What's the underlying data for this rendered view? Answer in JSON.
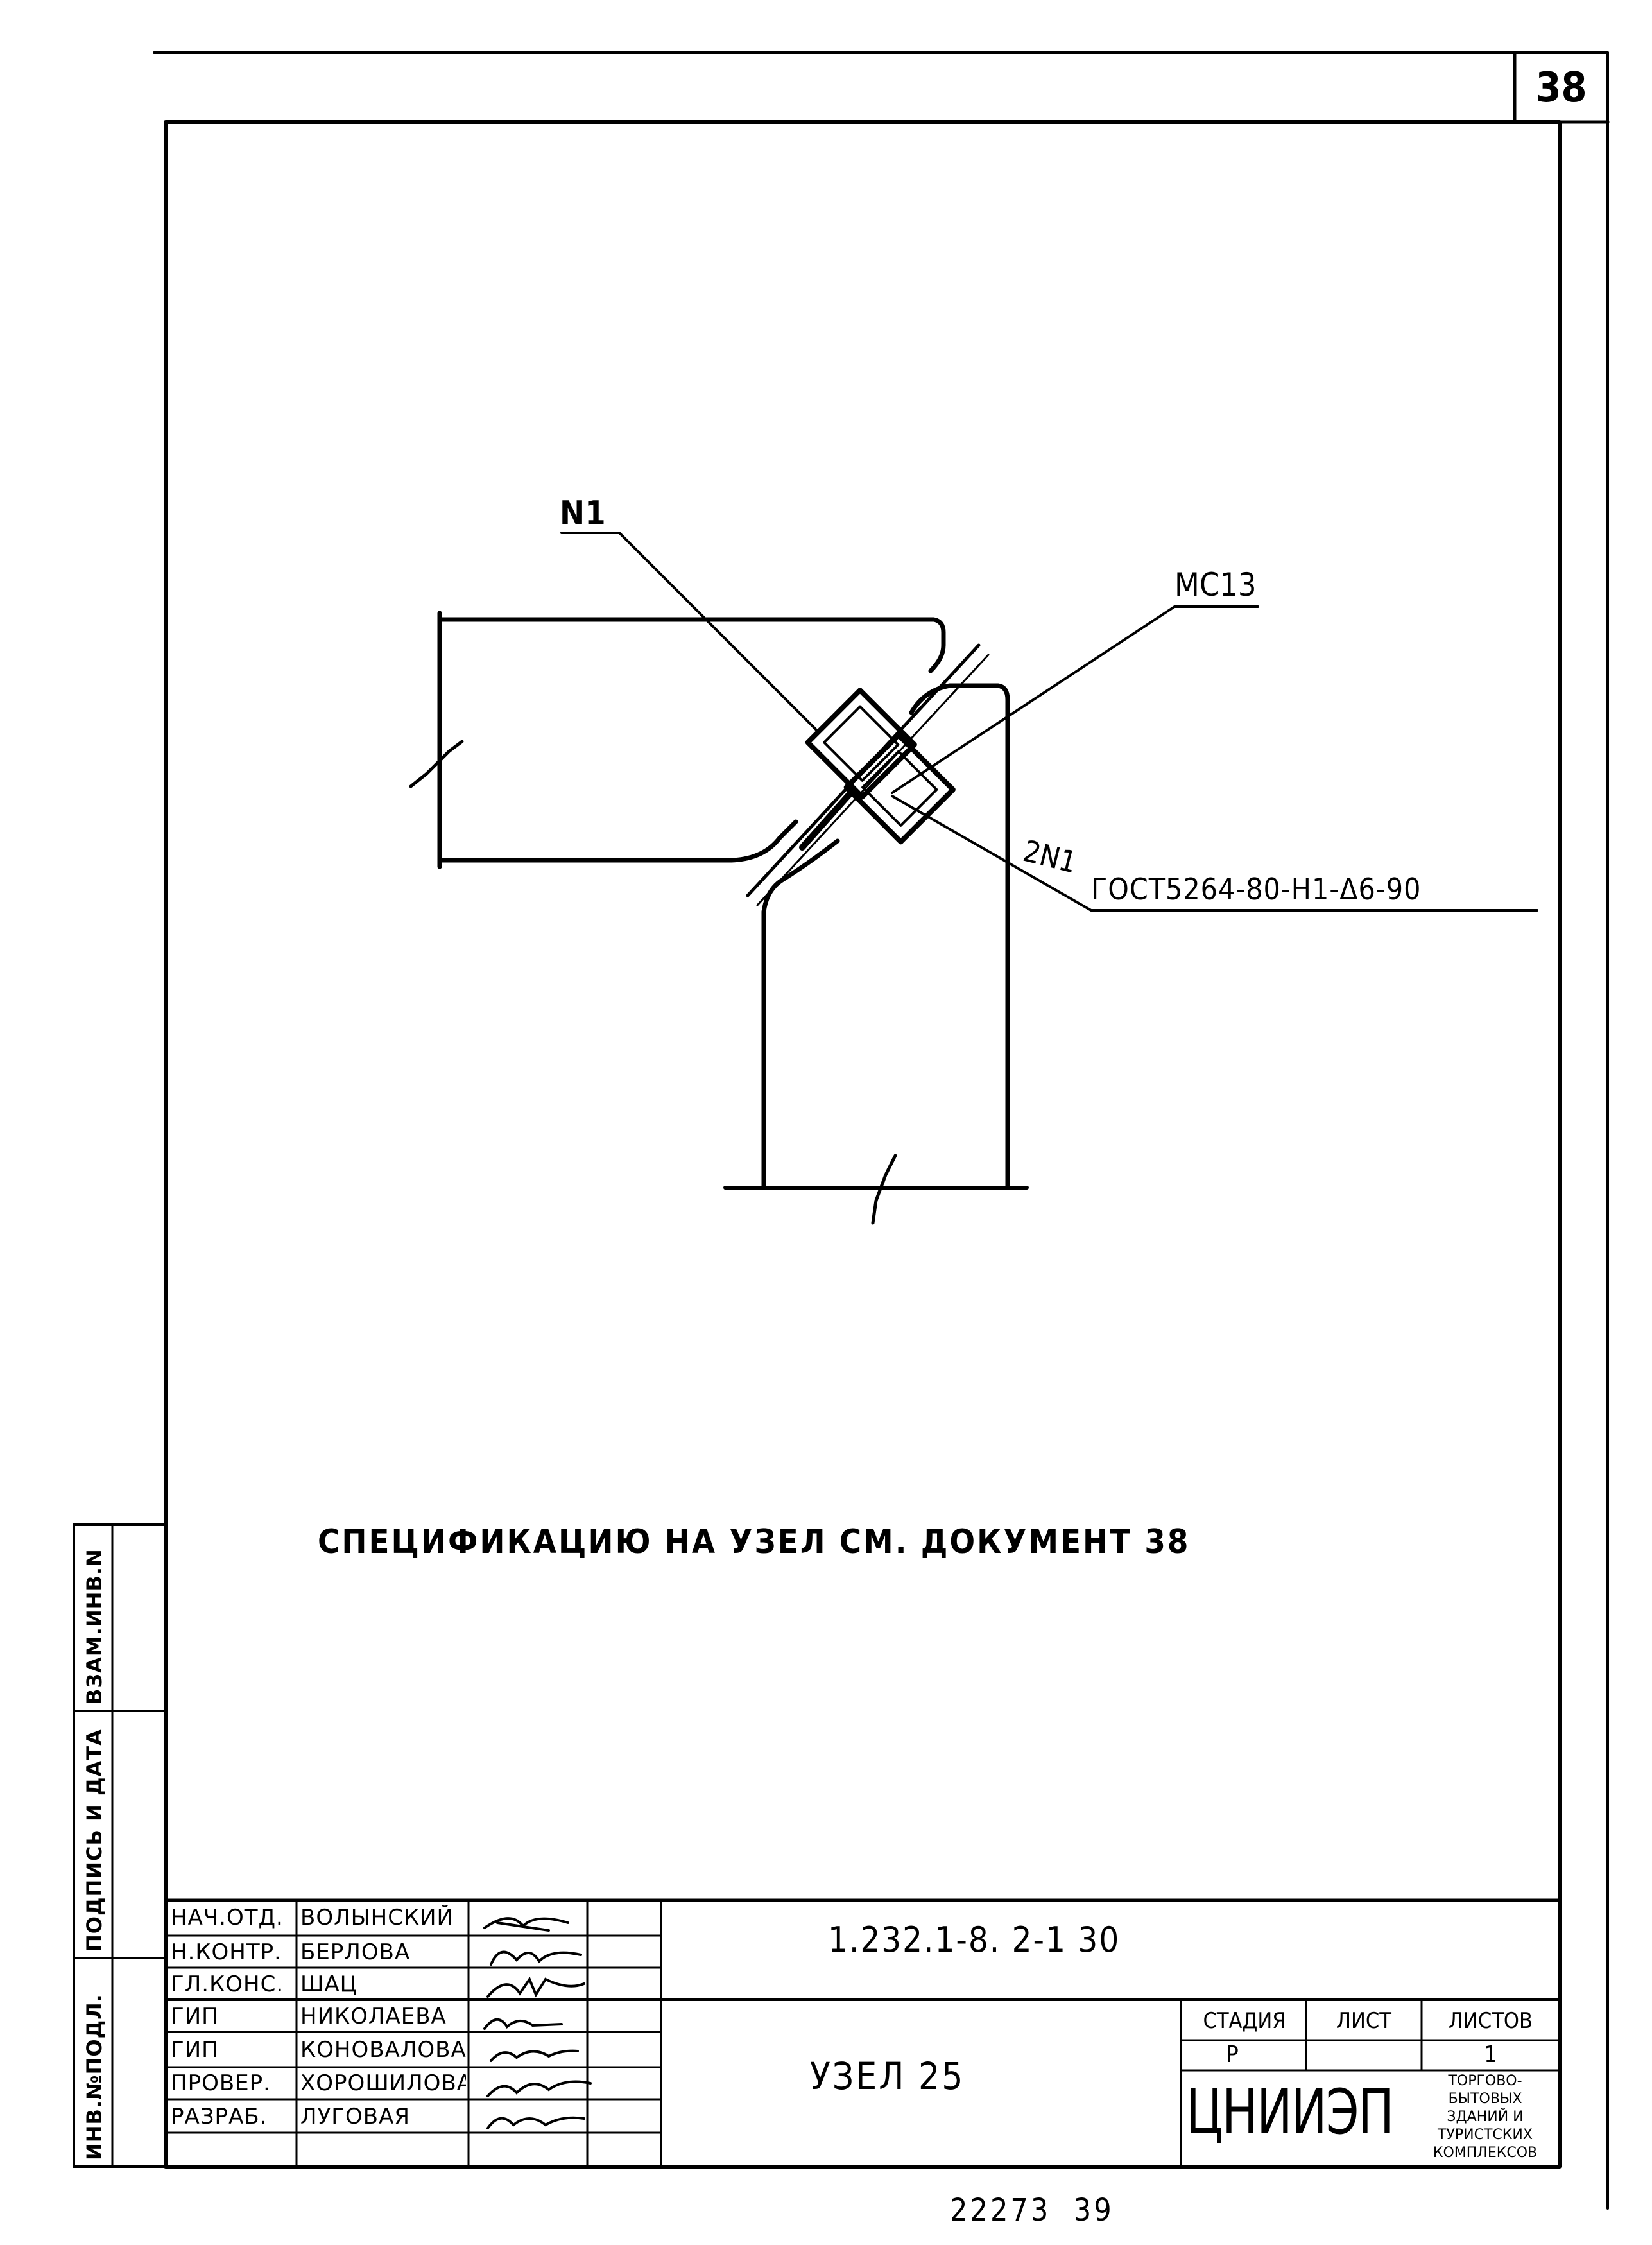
{
  "sheet": {
    "page_number": "38",
    "bottom_stamp": "22273  39"
  },
  "drawing": {
    "labels": {
      "n1": "N1",
      "mc13": "MC13",
      "two_n1": "2N1",
      "gost": "ГОСТ5264-80-Н1-Δ6-90"
    }
  },
  "note": "СПЕЦИФИКАЦИЮ НА УЗЕЛ СМ. ДОКУМЕНТ 38",
  "side_strip": {
    "inv_number": "ИНВ.№ПОДЛ.",
    "signature_date": "ПОДПИСЬ И ДАТА",
    "replace_inv": "ВЗАМ.ИНВ.N"
  },
  "title_block": {
    "document_code": "1.232.1-8. 2-1  30",
    "title": "УЗЕЛ 25",
    "stage_header": "СТАДИЯ",
    "sheet_header": "ЛИСТ",
    "sheets_header": "ЛИСТОВ",
    "stage_value": "Р",
    "sheet_value": "",
    "sheets_value": "1",
    "org_logo": "ЦНИИЭП",
    "org_lines": [
      "ТОРГОВО-",
      "БЫТОВЫХ",
      "ЗДАНИЙ И",
      "ТУРИСТСКИХ",
      "КОМПЛЕКСОВ"
    ],
    "staff": [
      {
        "role": "НАЧ.ОТД.",
        "name": "ВОЛЫНСКИЙ"
      },
      {
        "role": "Н.КОНТР.",
        "name": "БЕРЛОВА"
      },
      {
        "role": "ГЛ.КОНС.",
        "name": "ШАЦ"
      },
      {
        "role": "ГИП",
        "name": "НИКОЛАЕВА"
      },
      {
        "role": "ГИП",
        "name": "КОНОВАЛОВА"
      },
      {
        "role": "ПРОВЕР.",
        "name": "ХОРОШИЛОВА"
      },
      {
        "role": "РАЗРАБ.",
        "name": "ЛУГОВАЯ"
      }
    ]
  }
}
